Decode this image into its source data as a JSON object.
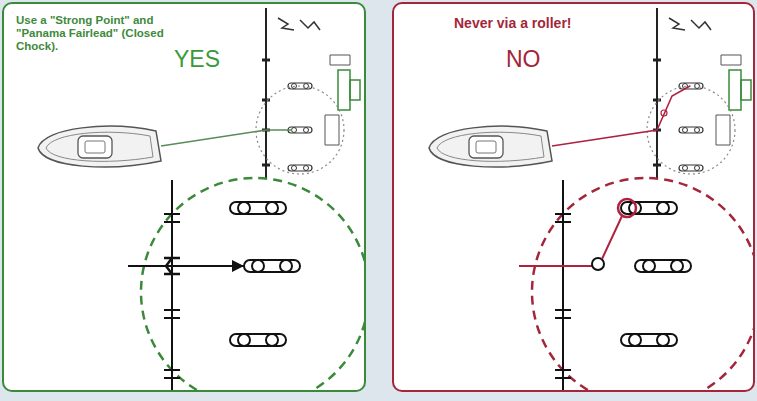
{
  "diagram": {
    "nodes": [
      {
        "text": [
          "Use a \"Strong Point\" and \"Panama Fairlead\" (Closed Chock).",
          "YES"
        ]
      },
      {
        "text": [
          "Never via a roller!",
          "NO"
        ]
      }
    ]
  }
}
